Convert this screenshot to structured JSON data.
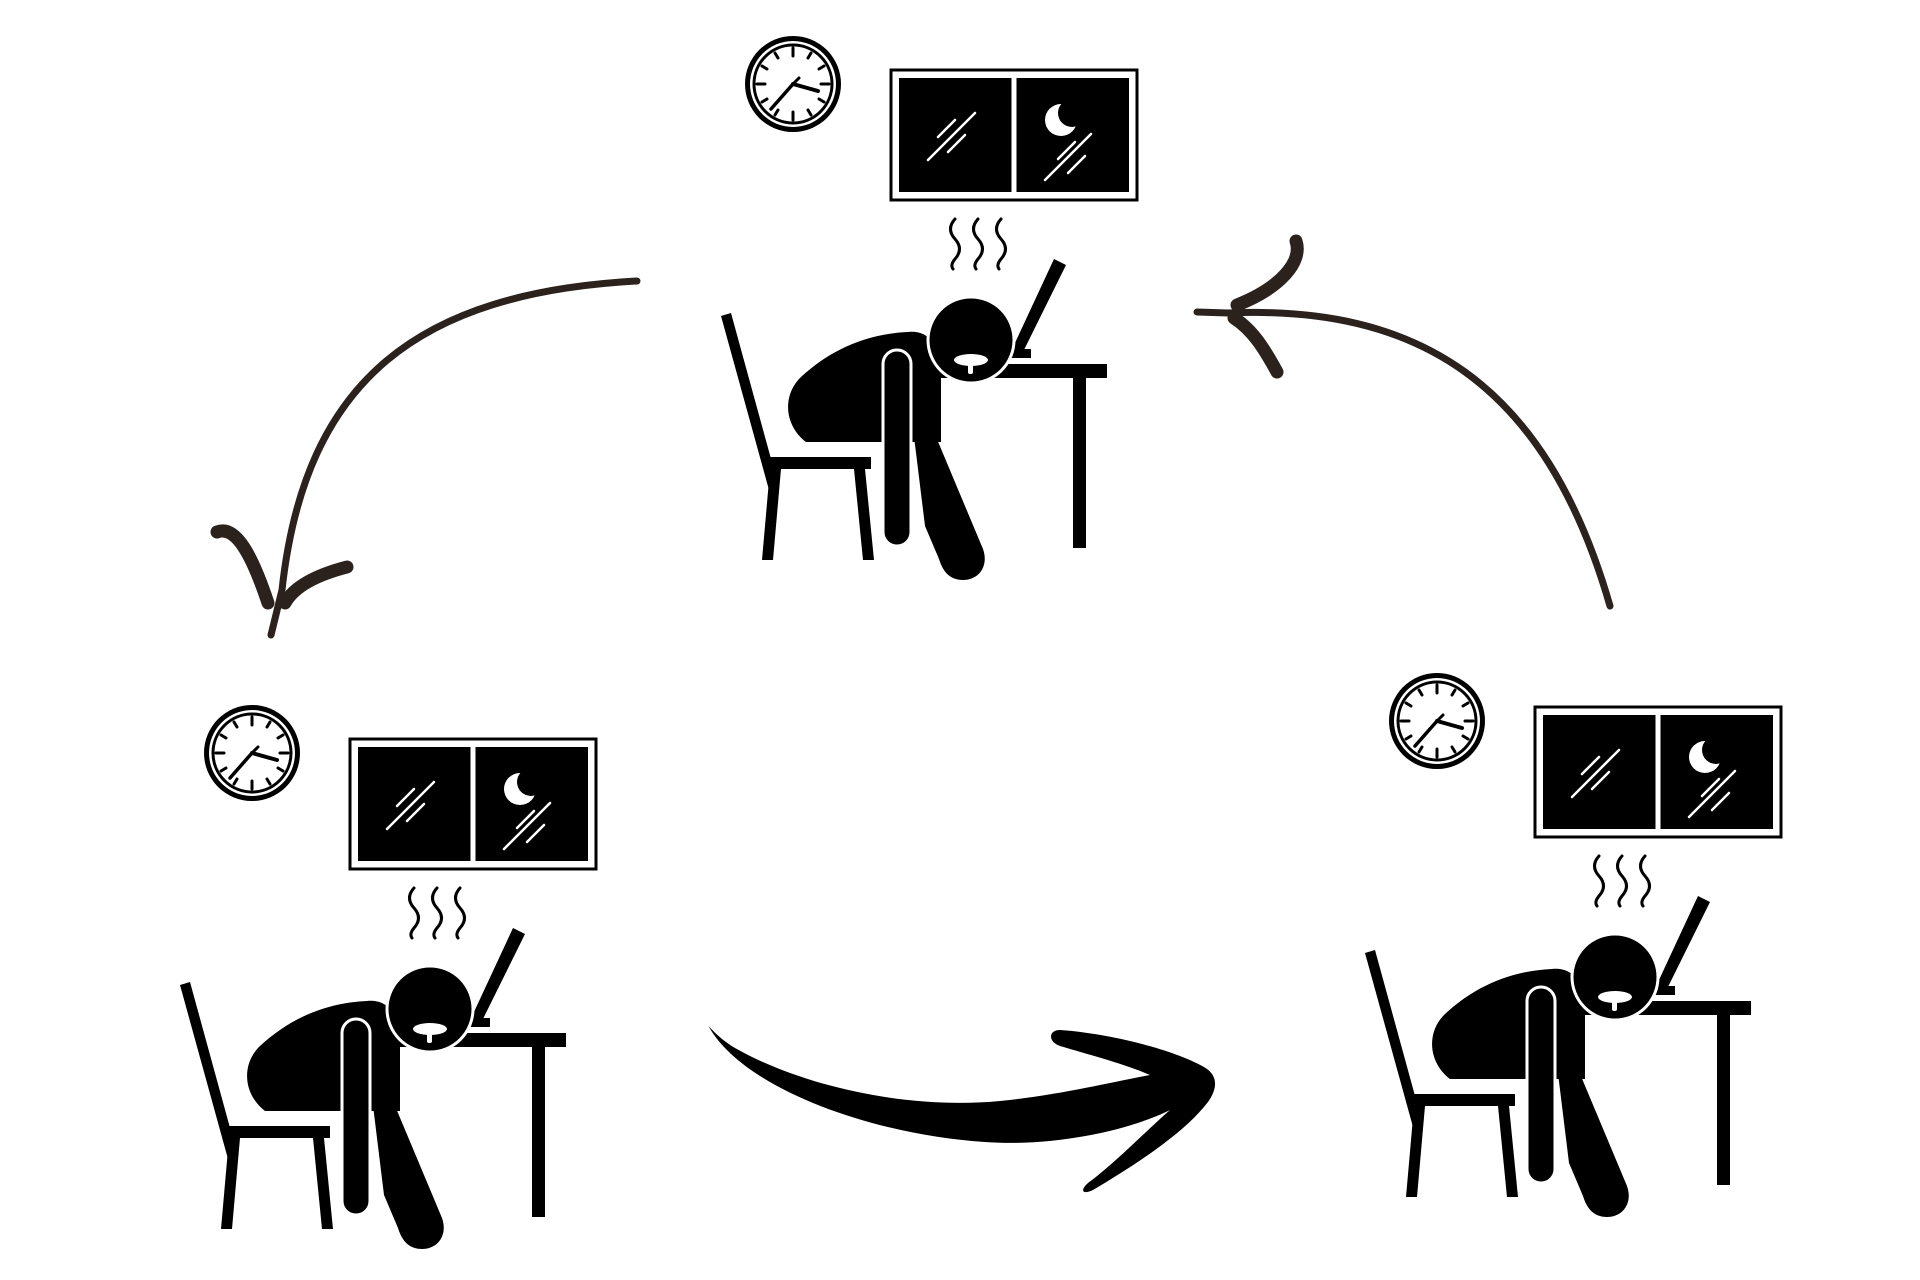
{
  "diagram": {
    "description_free": true,
    "colors": {
      "figure": "#000000",
      "arrow_brown": "#2b211d",
      "background": "#ffffff"
    },
    "scenes": [
      {
        "id": "top",
        "icons": [
          "clock-icon",
          "night-window-icon",
          "steam-icon",
          "laptop-icon",
          "sleeping-person-icon",
          "chair-icon",
          "desk-icon"
        ]
      },
      {
        "id": "bottom-left",
        "icons": [
          "clock-icon",
          "night-window-icon",
          "steam-icon",
          "laptop-icon",
          "sleeping-person-icon",
          "chair-icon",
          "desk-icon"
        ]
      },
      {
        "id": "bottom-right",
        "icons": [
          "clock-icon",
          "night-window-icon",
          "steam-icon",
          "laptop-icon",
          "sleeping-person-icon",
          "chair-icon",
          "desk-icon"
        ]
      }
    ],
    "arrows": [
      {
        "id": "top-to-bottom-left",
        "from": "top",
        "to": "bottom-left",
        "style": "thin-brown"
      },
      {
        "id": "bottom-left-to-bottom-right",
        "from": "bottom-left",
        "to": "bottom-right",
        "style": "thick-brush-black"
      },
      {
        "id": "bottom-right-to-top",
        "from": "bottom-right",
        "to": "top",
        "style": "thin-brown"
      }
    ]
  }
}
